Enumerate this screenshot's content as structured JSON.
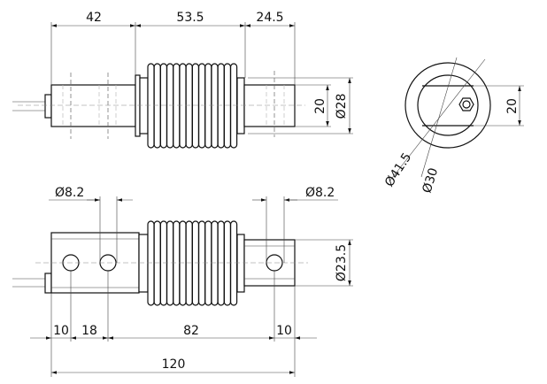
{
  "top_view": {
    "dims": {
      "left_length": "42",
      "bellows_length": "53.5",
      "right_length": "24.5",
      "flat_width": "20",
      "flange_diameter": "Ø28"
    }
  },
  "end_view": {
    "dims": {
      "outer_diameter": "Ø41.5",
      "inner_diameter": "Ø30",
      "flat_width": "20"
    }
  },
  "side_view": {
    "dims": {
      "left_hole_diameter": "Ø8.2",
      "right_hole_diameter": "Ø8.2",
      "end_to_hole1": "10",
      "hole_spacing": "18",
      "hole_to_hole": "82",
      "hole_to_end": "10",
      "total_length": "120",
      "body_diameter": "Ø23.5"
    }
  }
}
